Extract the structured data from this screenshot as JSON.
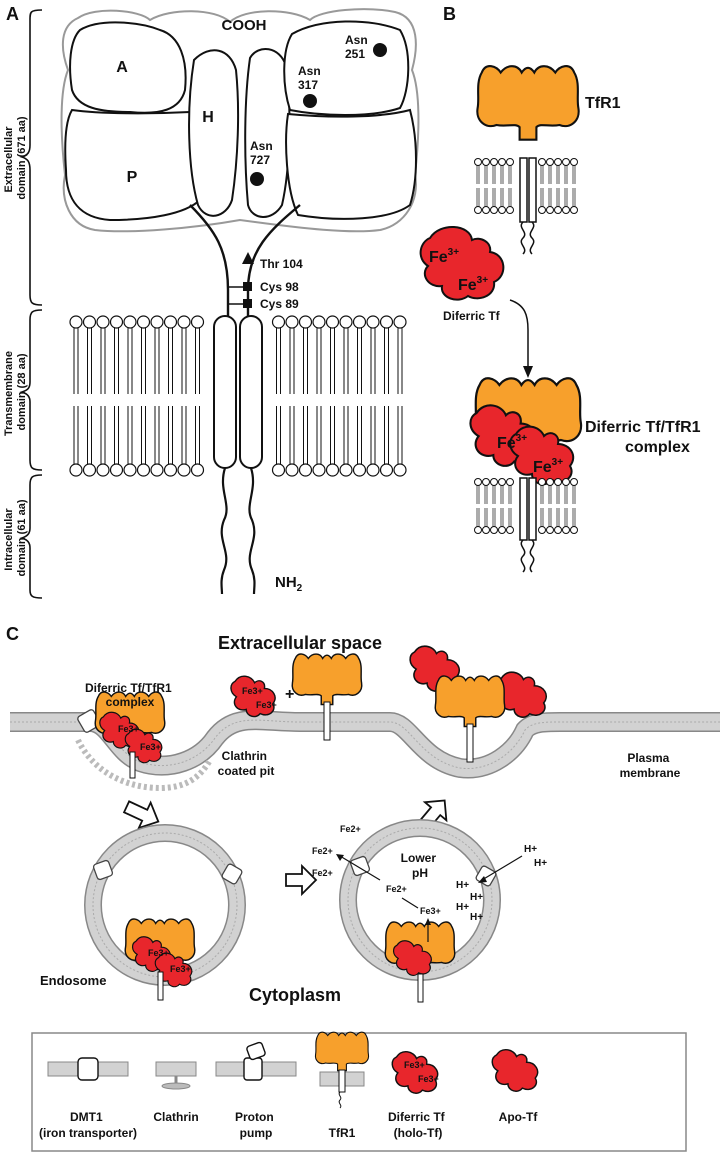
{
  "panelA": {
    "label": "A",
    "cooh": "COOH",
    "domains": {
      "a": "A",
      "h": "H",
      "p": "P"
    },
    "asn251": [
      "Asn",
      "251"
    ],
    "asn317": [
      "Asn",
      "317"
    ],
    "asn727": [
      "Asn",
      "727"
    ],
    "thr104": "Thr 104",
    "cys98": "Cys 98",
    "cys89": "Cys 89",
    "nh2": "NH",
    "nh2_sub": "2",
    "extracellular": [
      "Extracellular",
      "domain (671 aa)"
    ],
    "transmembrane": [
      "Transmembrane",
      "domain (28 aa)"
    ],
    "intracellular": [
      "Intracellular",
      "domain (61 aa)"
    ]
  },
  "panelB": {
    "label": "B",
    "tfr1": "TfR1",
    "fe": "Fe",
    "fe_sup": "3+",
    "diferric_tf": "Diferric Tf",
    "complex": [
      "Diferric Tf/TfR1",
      "complex"
    ]
  },
  "panelC": {
    "label": "C",
    "extracellular_space": "Extracellular space",
    "complex": [
      "Diferric Tf/TfR1",
      "complex"
    ],
    "plus": "+",
    "clathrin_pit": [
      "Clathrin",
      "coated pit"
    ],
    "plasma_membrane": [
      "Plasma",
      "membrane"
    ],
    "endosome": "Endosome",
    "cytoplasm": "Cytoplasm",
    "lower_ph": [
      "Lower",
      "pH"
    ],
    "fe2": "Fe2+",
    "fe3": "Fe3+",
    "h_plus": "H+"
  },
  "legend": {
    "items": [
      {
        "lines": [
          "DMT1",
          "(iron transporter)"
        ]
      },
      {
        "lines": [
          "Clathrin"
        ]
      },
      {
        "lines": [
          "Proton",
          "pump"
        ]
      },
      {
        "lines": [
          "TfR1"
        ]
      },
      {
        "lines": [
          "Diferric Tf",
          "(holo-Tf)"
        ]
      },
      {
        "lines": [
          "Apo-Tf"
        ]
      }
    ]
  },
  "colors": {
    "orange": "#f7a02c",
    "red": "#e8262c",
    "membrane": "#cfcfcf"
  }
}
